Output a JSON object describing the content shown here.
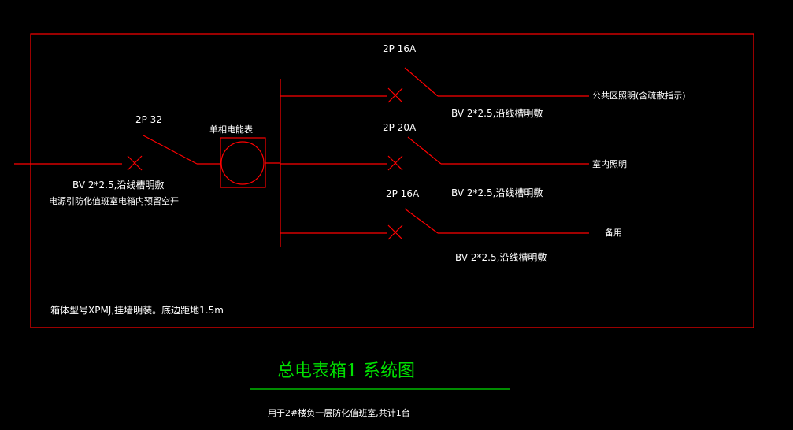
{
  "diagram": {
    "incoming": {
      "breaker": "2P 32",
      "cable": "BV 2*2.5,沿线槽明敷",
      "note": "电源引防化值班室电箱内预留空开"
    },
    "meter": {
      "label": "单相电能表"
    },
    "branches": [
      {
        "breaker": "2P 16A",
        "cable": "BV 2*2.5,沿线槽明敷",
        "load": "公共区照明(含疏散指示)"
      },
      {
        "breaker": "2P 20A",
        "cable": "BV 2*2.5,沿线槽明敷",
        "load": "室内照明"
      },
      {
        "breaker": "2P 16A",
        "cable": "BV 2*2.5,沿线槽明敷",
        "load": "备用"
      }
    ],
    "box_note": "箱体型号XPMJ,挂墙明装。底边距地1.5m",
    "title": "总电表箱1  系统图",
    "subtitle": "用于2#楼负一层防化值班室,共计1台"
  },
  "colors": {
    "line": "#ff0000",
    "text": "#ffffff",
    "title": "#00e000",
    "background": "#000000"
  }
}
